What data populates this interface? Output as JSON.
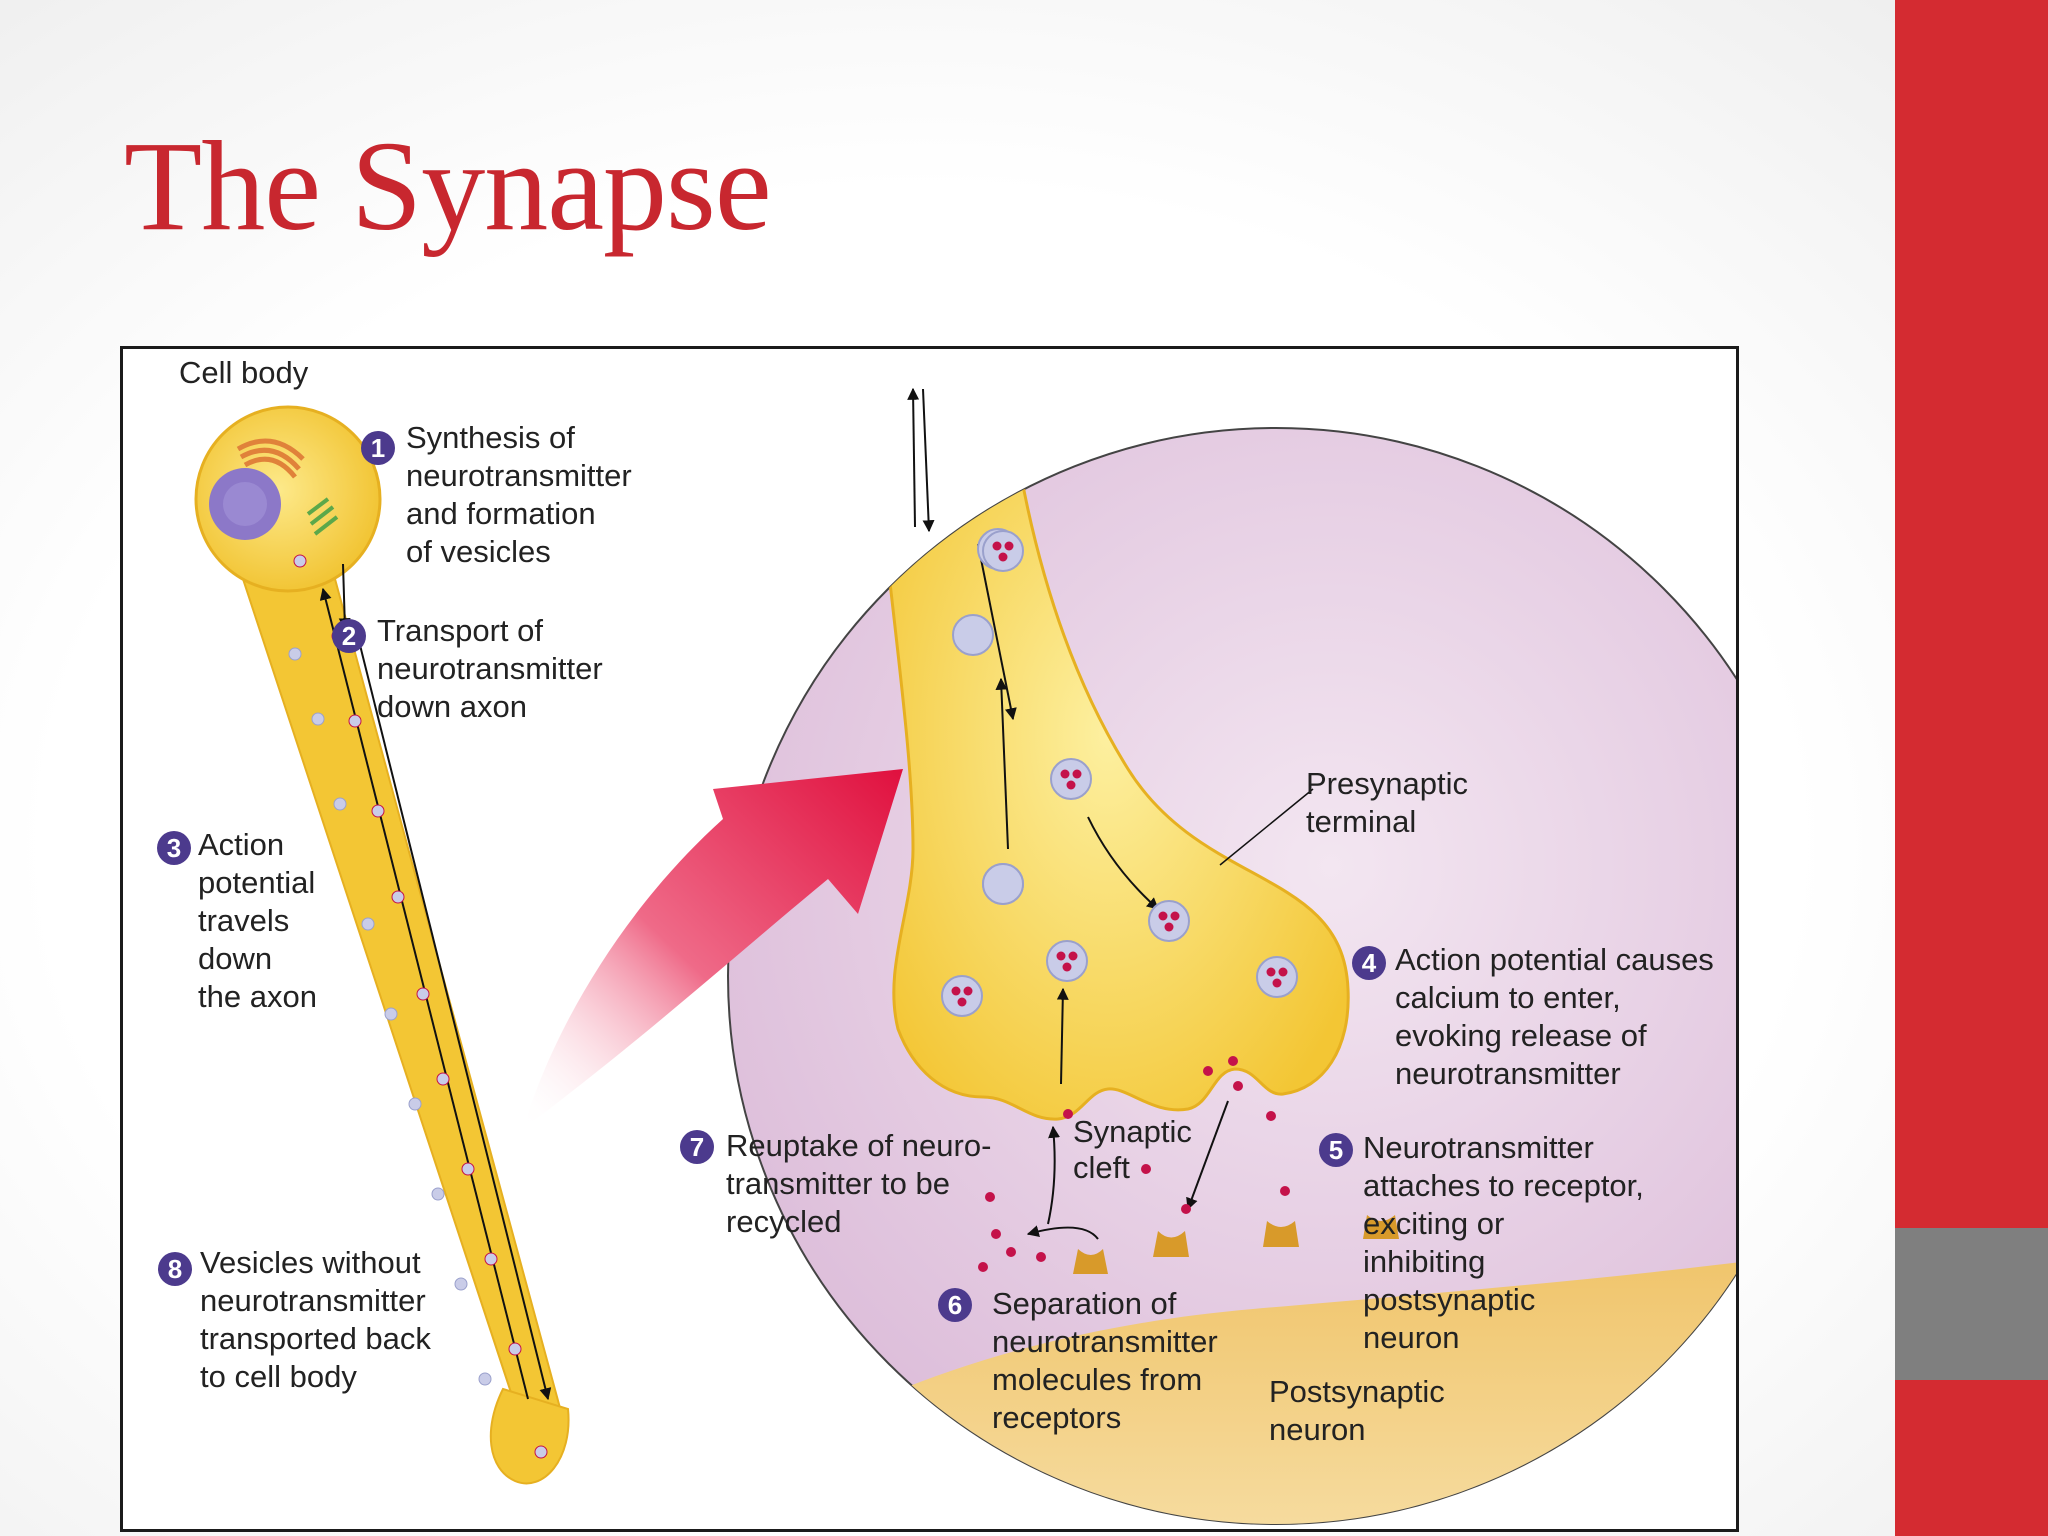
{
  "slide": {
    "title": "The Synapse",
    "accent_color": "#d42b31",
    "secondary_color": "#7f7f7f"
  },
  "diagram": {
    "labels": {
      "cell_body": "Cell body",
      "presynaptic_terminal": "Presynaptic\nterminal",
      "synaptic_cleft": "Synaptic\ncleft",
      "postsynaptic_neuron": "Postsynaptic\nneuron"
    },
    "steps": [
      {
        "number": "1",
        "text": "Synthesis of\nneurotransmitter\nand formation\nof vesicles"
      },
      {
        "number": "2",
        "text": "Transport of\nneurotransmitter\ndown axon"
      },
      {
        "number": "3",
        "text": "Action\npotential\ntravels\ndown\nthe axon"
      },
      {
        "number": "4",
        "text": "Action potential causes\ncalcium to enter,\nevoking release of\nneurotransmitter"
      },
      {
        "number": "5",
        "text": "Neurotransmitter\nattaches to receptor,\nexciting or\ninhibiting\npostsynaptic\nneuron"
      },
      {
        "number": "6",
        "text": "Separation of\nneurotransmitter\nmolecules from\nreceptors"
      },
      {
        "number": "7",
        "text": "Reuptake of neuro-\ntransmitter to be\nrecycled"
      },
      {
        "number": "8",
        "text": "Vesicles without\nneurotransmitter\ntransported back\nto cell body"
      }
    ],
    "colors": {
      "neuron_fill": "#f7d44a",
      "neuron_light": "#fdf0a0",
      "circle_bg": "#ead6e8",
      "postsynaptic": "#eebe5e",
      "vesicle": "#c9cce8",
      "neurotransmitter": "#c4124a",
      "nucleus": "#8c78c8",
      "arrow": "#e0103e",
      "step_badge": "#4c3a8d"
    }
  }
}
